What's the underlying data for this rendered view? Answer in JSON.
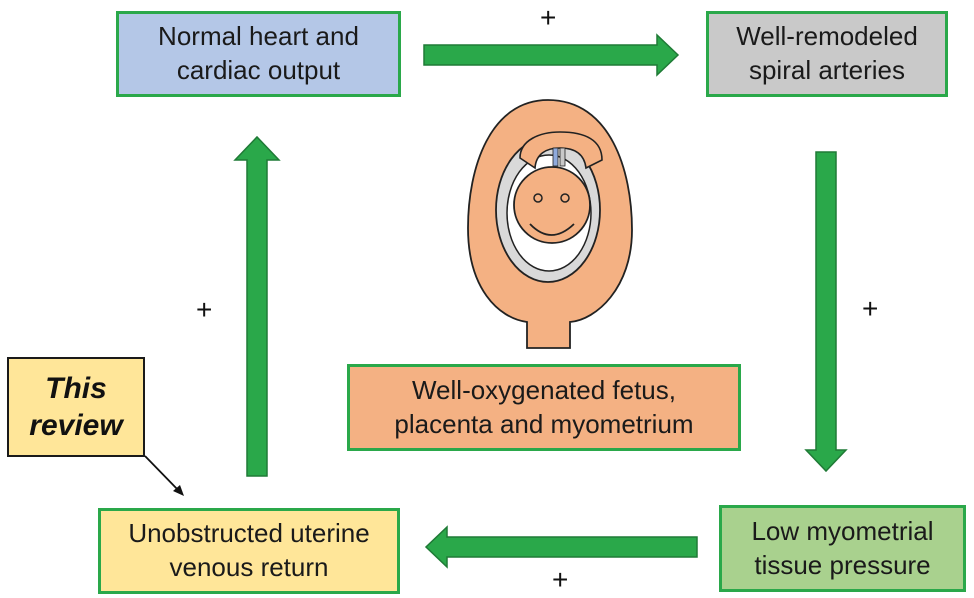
{
  "boxes": {
    "heart": "Normal heart and\ncardiac output",
    "spiral": "Well-remodeled\nspiral arteries",
    "fetus": "Well-oxygenated fetus,\nplacenta and myometrium",
    "pressure": "Low myometrial\ntissue pressure",
    "venous": "Unobstructed uterine\nvenous return"
  },
  "callout": {
    "line1": "This",
    "line2": "review"
  },
  "signs": {
    "top": "+",
    "right": "+",
    "bottom": "+",
    "left": "+"
  },
  "colors": {
    "arrow": "#2aa84a",
    "heart_box": "#b4c7e7",
    "spiral_box": "#c9c9c9",
    "fetus_box": "#f4b183",
    "pressure_box": "#a9d18e",
    "venous_box": "#ffe699",
    "uterus": "#f4b183"
  }
}
